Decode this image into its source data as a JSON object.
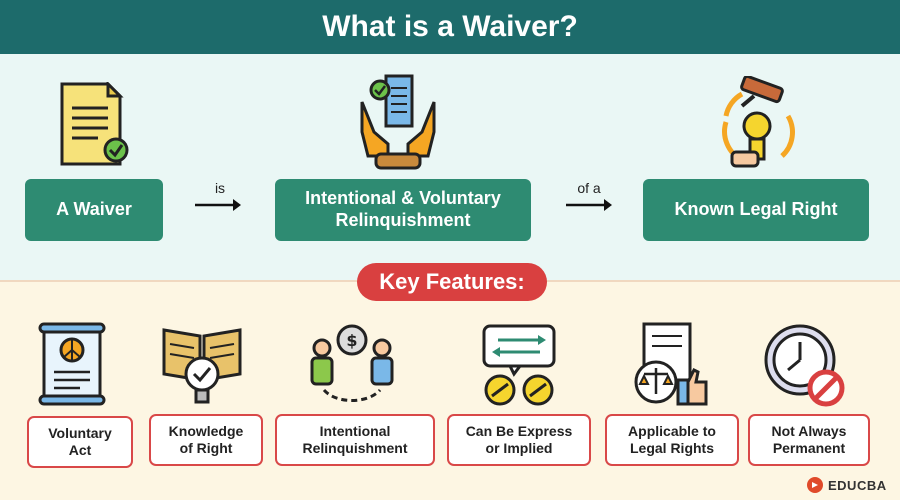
{
  "title": "What is a Waiver?",
  "definition": {
    "box1": "A Waiver",
    "connector1": "is",
    "box2_line1": "Intentional & Voluntary",
    "box2_line2": "Relinquishment",
    "connector2": "of a",
    "box3": "Known Legal Right"
  },
  "key_features_label": "Key Features:",
  "features": [
    {
      "line1": "Voluntary",
      "line2": "Act",
      "icon": "peace-document-icon"
    },
    {
      "line1": "Knowledge",
      "line2": "of Right",
      "icon": "book-lightbulb-icon"
    },
    {
      "line1": "Intentional",
      "line2": "Relinquishment",
      "icon": "money-exchange-icon"
    },
    {
      "line1": "Can Be Express",
      "line2": "or Implied",
      "icon": "speech-bubble-icon"
    },
    {
      "line1": "Applicable to",
      "line2": "Legal Rights",
      "icon": "legal-scales-icon"
    },
    {
      "line1": "Not Always",
      "line2": "Permanent",
      "icon": "clock-prohibited-icon"
    }
  ],
  "brand": "EDUCBA",
  "colors": {
    "header": "#1d6b6b",
    "green_box": "#2e8b72",
    "accent_red": "#d94040",
    "top_bg": "#eaf7f5",
    "bottom_bg": "#fdf6e3"
  }
}
